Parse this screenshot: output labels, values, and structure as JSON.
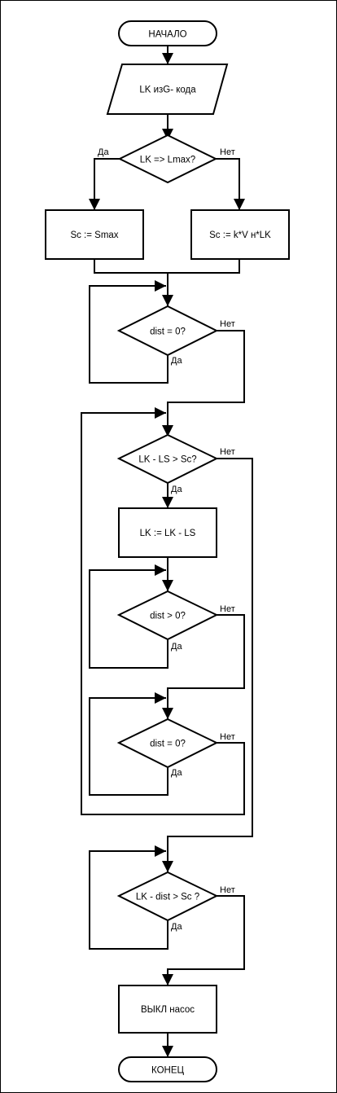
{
  "nodes": {
    "start": "НАЧАЛО",
    "input": "LK изG- кода",
    "cond1": "LK => Lmax?",
    "assign_smax": "Sc := Smax",
    "assign_kv": "Sc := k*V н*LK",
    "cond2": "dist = 0?",
    "cond3": "LK - LS > Sc?",
    "assign_lk": "LK := LK - LS",
    "cond4": "dist > 0?",
    "cond5": "dist = 0?",
    "cond6": "LK - dist > Sc ?",
    "pump_off": "ВЫКЛ насос",
    "end": "КОНЕЦ"
  },
  "edges": {
    "yes": "Да",
    "no": "Нет"
  }
}
